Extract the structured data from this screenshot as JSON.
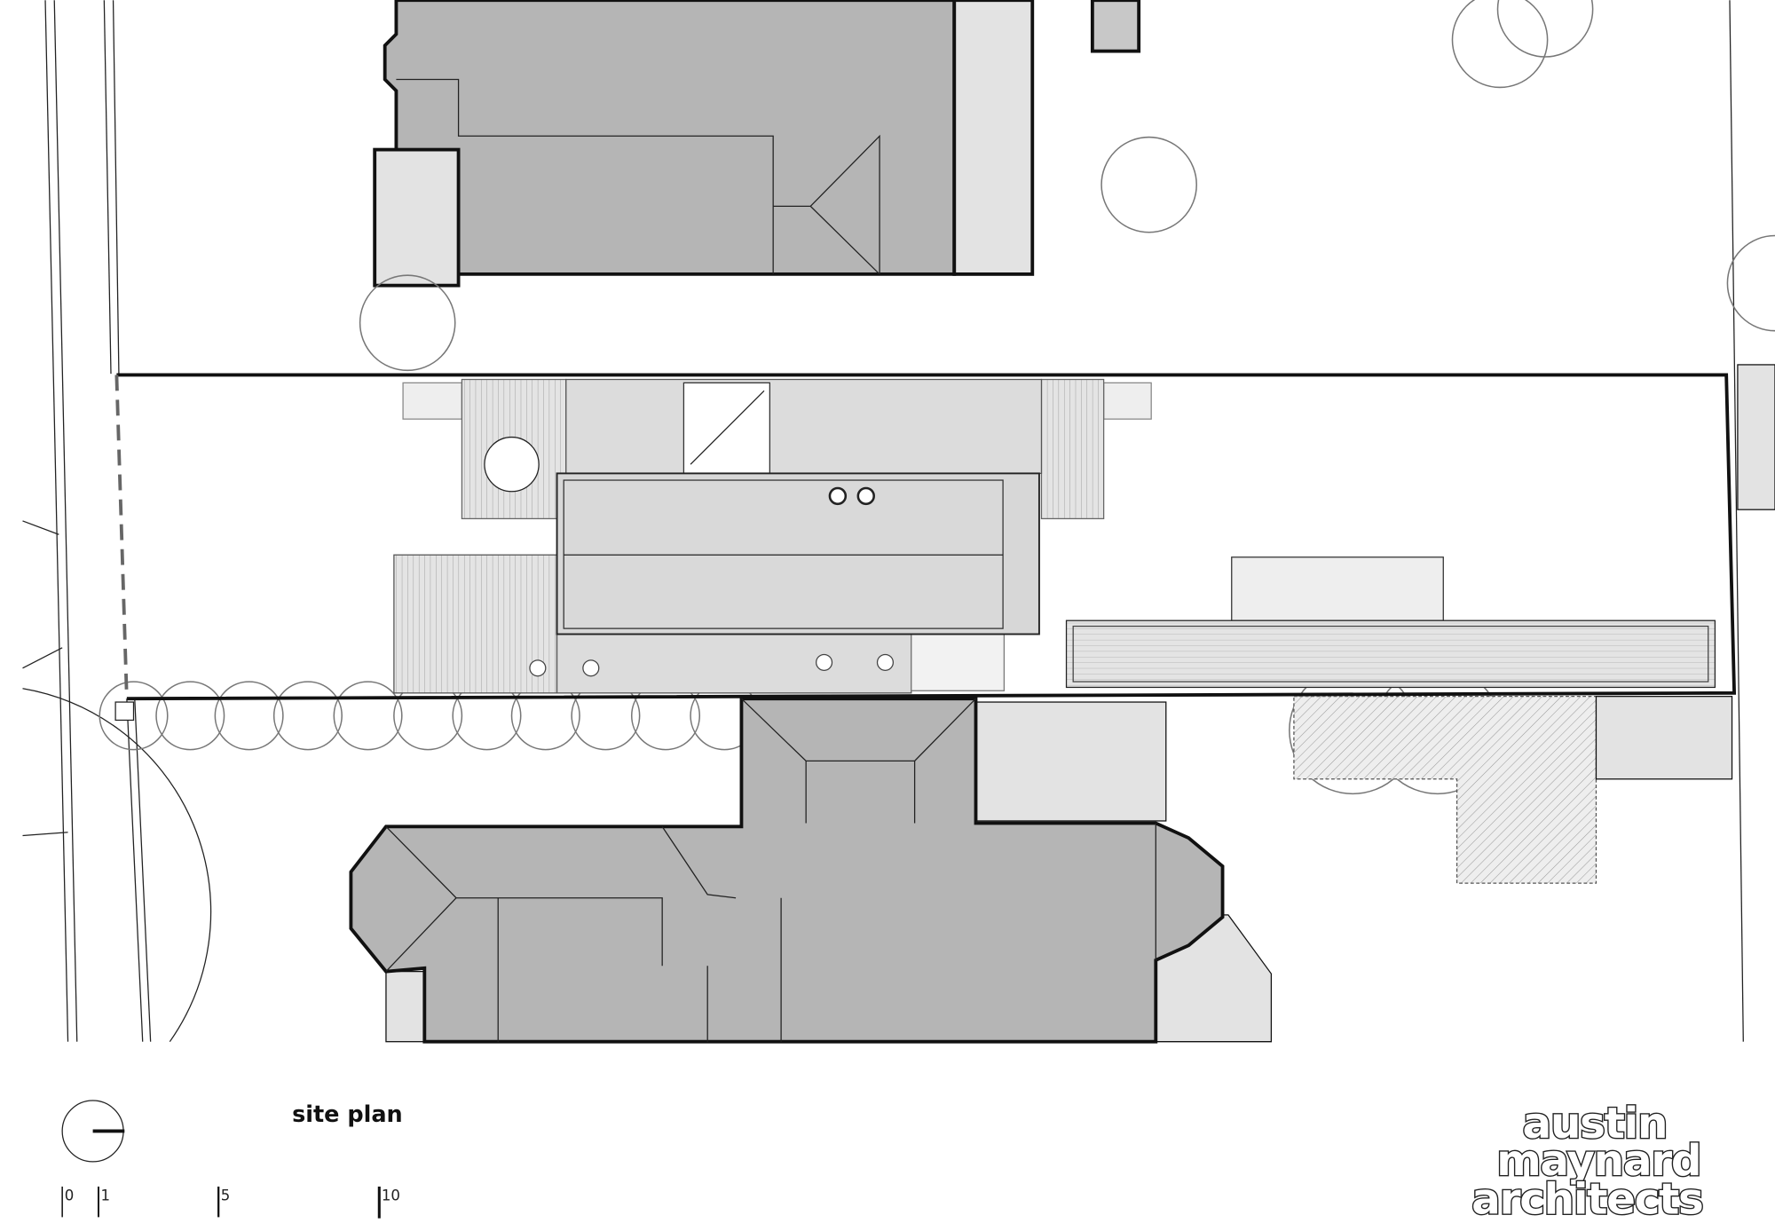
{
  "drawing": {
    "title": "site plan",
    "scale_bar": {
      "labels": [
        "0",
        "1",
        "5",
        "10"
      ]
    },
    "logo": {
      "lines": [
        "austin",
        "maynard",
        "architects"
      ]
    },
    "colors": {
      "roof": "#b5b5b5",
      "light": "#e3e3e3",
      "site_line": "#111111",
      "tree": "#777777"
    }
  }
}
